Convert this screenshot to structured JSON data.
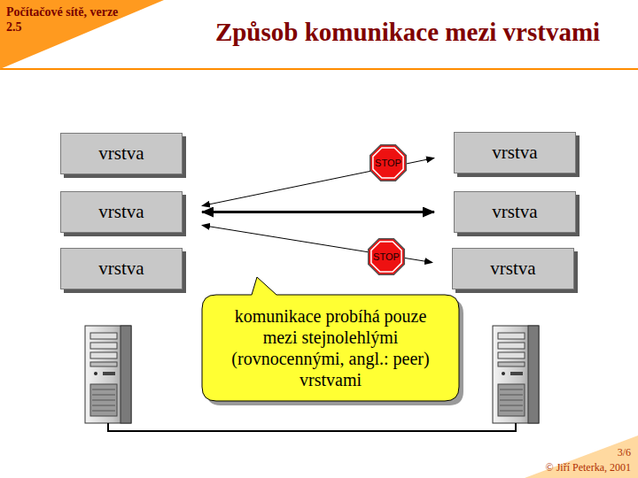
{
  "diagram": {
    "title": "Způsob komunikace mezi vrstvami",
    "nodes": [
      {
        "text": [
          "Počítačové sítě, verze 2.5"
        ]
      },
      {
        "text": [
          "vrstva"
        ]
      },
      {
        "text": [
          "vrstva"
        ]
      },
      {
        "text": [
          "vrstva"
        ]
      },
      {
        "text": [
          "vrstva"
        ]
      },
      {
        "text": [
          "vrstva"
        ]
      },
      {
        "text": [
          "vrstva"
        ]
      },
      {
        "text": [
          "komunikace probíhá pouze mezi stejnolehlými (rovnocennými, angl.: peer) vrstvami"
        ]
      }
    ],
    "edges": [
      {
        "from": 2,
        "to": 4,
        "arrow": "both"
      },
      {
        "from": 2,
        "to": 5,
        "arrow": "both"
      },
      {
        "from": 2,
        "to": 6,
        "arrow": "both"
      }
    ],
    "labels": [
      "STOP",
      "STOP",
      "3/6",
      "© Jiří Peterka, 2001"
    ]
  }
}
